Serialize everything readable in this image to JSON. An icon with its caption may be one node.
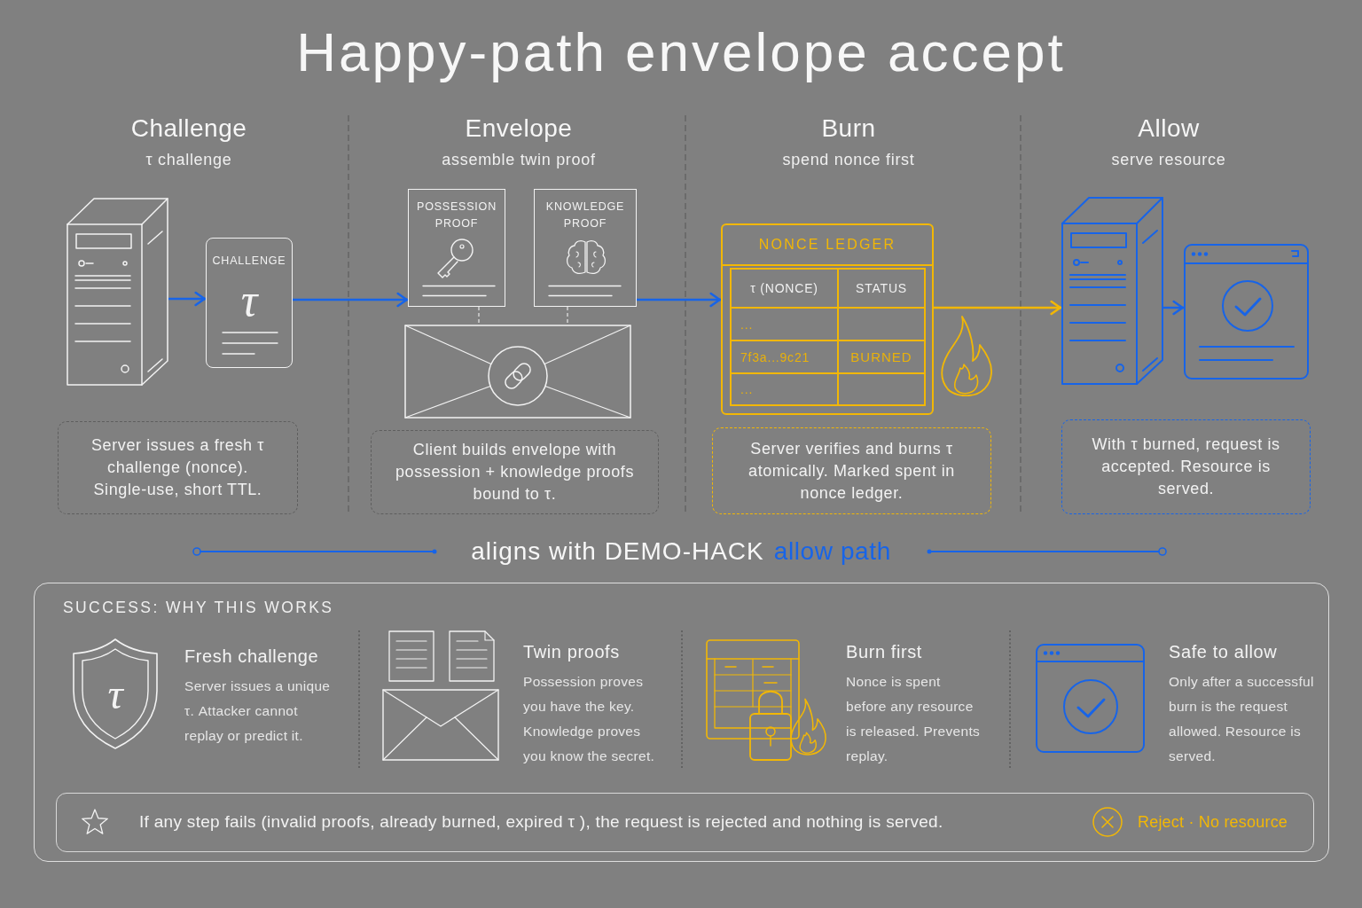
{
  "diagram": {
    "title": "Happy-path envelope accept",
    "nodes": [
      {
        "text": [],
        "shape": "picture"
      },
      {
        "text": [
          "CHALLENGE",
          "τ"
        ]
      },
      {
        "text": [
          "POSSESSION PROOF"
        ]
      },
      {
        "text": [
          "KNOWLEDGE PROOF"
        ]
      },
      {
        "text": [],
        "shape": "picture"
      },
      {
        "text": [
          "NONCE LEDGER",
          "τ (NONCE)",
          "STATUS",
          "...",
          "7f3a...9c21",
          "BURNED",
          "..."
        ]
      },
      {
        "text": [],
        "shape": "picture"
      },
      {
        "text": [],
        "shape": "picture"
      },
      {
        "text": [
          "Server issues a fresh τ challenge (nonce). Single-use, short TTL."
        ]
      },
      {
        "text": [
          "Client builds envelope with possession + knowledge proofs bound to τ."
        ]
      },
      {
        "text": [
          "Server verifies and burns τ atomically. Marked spent in nonce ledger."
        ]
      },
      {
        "text": [
          "With τ burned, request is accepted. Resource is served."
        ]
      },
      {
        "text": [
          "SUCCESS: WHY THIS WORKS",
          "τ",
          "Fresh challenge",
          "Server issues a unique τ. Attacker cannot replay or predict it.",
          "Twin proofs",
          "Possession proves you have the key. Knowledge proves you know the secret.",
          "Burn first",
          "Nonce is spent before any resource is released. Prevents replay.",
          "Safe to allow",
          "Only after a successful burn is the request allowed. Resource is served."
        ]
      },
      {
        "text": [
          "If any step fails (invalid proofs, already burned, expired τ ), the request is rejected and nothing is served.",
          "Reject · No resource"
        ],
        "in": 12
      }
    ],
    "edges": [
      {
        "from": 0,
        "to": 1,
        "arrow": "to"
      },
      {
        "from": 1,
        "to": 2,
        "arrow": "to"
      },
      {
        "from": 2,
        "to": 4,
        "arrow": "none",
        "style": "dashed",
        "color": "#d9d9d9"
      },
      {
        "from": 3,
        "to": 4,
        "arrow": "none",
        "style": "dashed",
        "color": "#d9d9d9"
      },
      {
        "from": 3,
        "to": 5,
        "arrow": "to"
      },
      {
        "from": 5,
        "to": 6,
        "arrow": "to",
        "color": "#f2b705"
      },
      {
        "from": 6,
        "to": 7,
        "arrow": "to"
      }
    ],
    "labels": [
      "Challenge",
      "τ challenge",
      "Envelope",
      "assemble twin proof",
      "Burn",
      "spend nonce first",
      "Allow",
      "serve resource",
      "aligns with DEMO-HACK",
      "allow path"
    ]
  }
}
